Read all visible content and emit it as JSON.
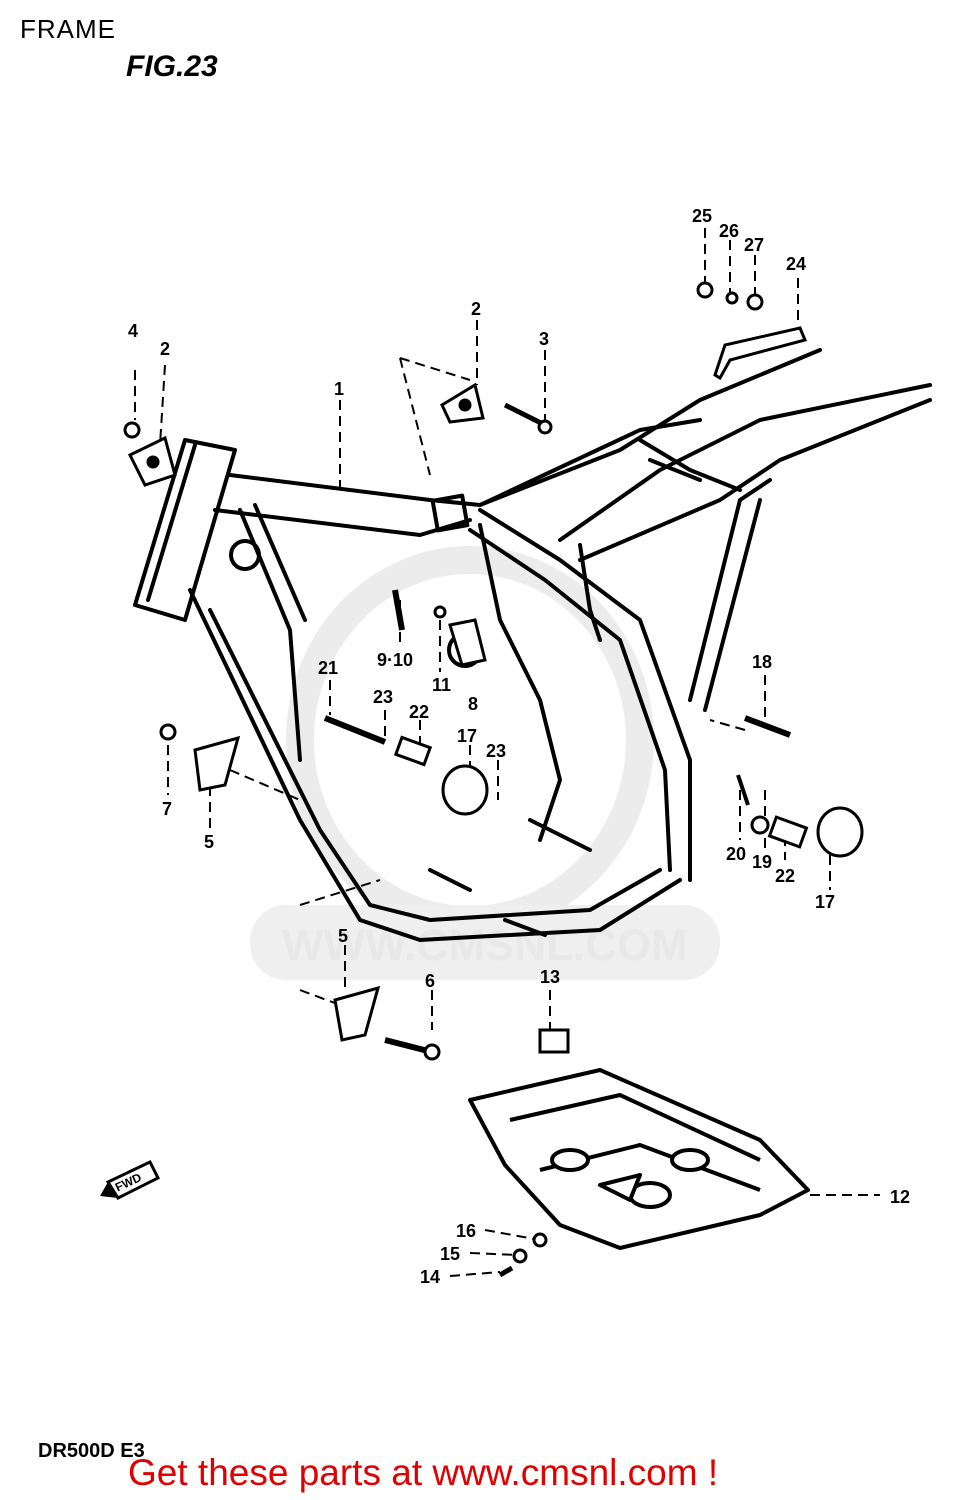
{
  "header": {
    "section_label": "FRAME",
    "figure_label": "FIG.23"
  },
  "diagram": {
    "callouts": {
      "c1": "1",
      "c2a": "2",
      "c2b": "2",
      "c3": "3",
      "c4": "4",
      "c5a": "5",
      "c5b": "5",
      "c6": "6",
      "c7": "7",
      "c8": "8",
      "c9_10": "9·10",
      "c11": "11",
      "c12": "12",
      "c13": "13",
      "c14": "14",
      "c15": "15",
      "c16": "16",
      "c17a": "17",
      "c17b": "17",
      "c18": "18",
      "c19": "19",
      "c20": "20",
      "c21": "21",
      "c22a": "22",
      "c22b": "22",
      "c23a": "23",
      "c23b": "23",
      "c24": "24",
      "c25": "25",
      "c26": "26",
      "c27": "27"
    },
    "watermark": "WWW.CMSNL.COM",
    "fwd_arrow_label": "FWD"
  },
  "footer": {
    "model_code": "DR500D E3",
    "cta": "Get these parts at www.cmsnl.com !"
  }
}
